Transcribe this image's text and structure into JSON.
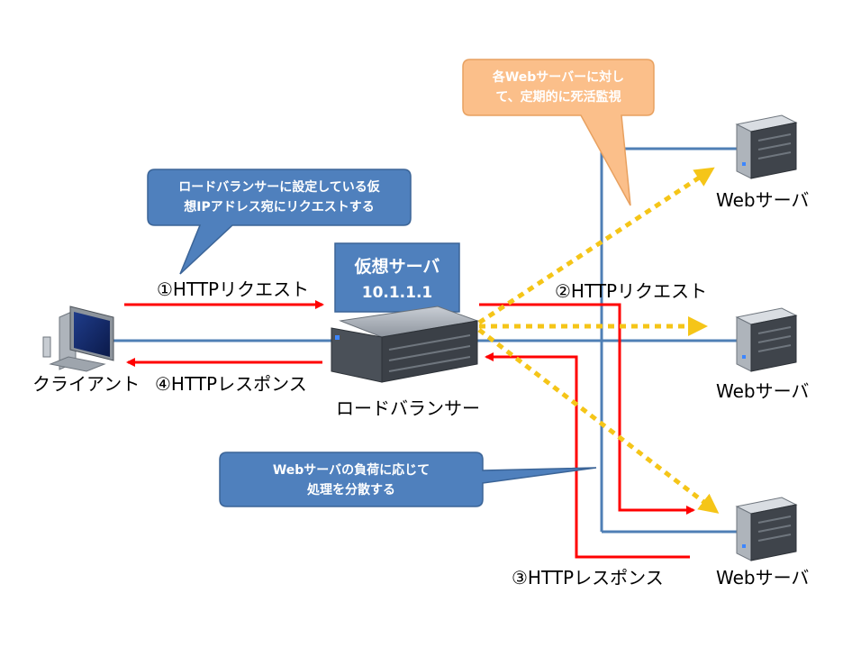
{
  "labels": {
    "client": "クライアント",
    "load_balancer": "ロードバランサー",
    "web_server": "Webサーバ",
    "virtual_server_title": "仮想サーバ",
    "virtual_server_ip": "10.1.1.1",
    "step1": "①HTTPリクエスト",
    "step2": "②HTTPリクエスト",
    "step3": "③HTTPレスポンス",
    "step4": "④HTTPレスポンス"
  },
  "callouts": {
    "request_note_line1": "ロードバランサーに設定している仮",
    "request_note_line2": "想IPアドレス宛にリクエストする",
    "monitor_note_line1": "各Webサーバーに対し",
    "monitor_note_line2": "て、定期的に死活監視",
    "distribute_note_line1": "Webサーバの負荷に応じて",
    "distribute_note_line2": "処理を分散する"
  },
  "colors": {
    "network_line": "#4f7fb5",
    "request_arrow": "#ff0000",
    "monitor_arrow": "#f5c518",
    "callout_blue": "#4f80bd",
    "callout_orange": "#fbbf8a",
    "virtual_box": "#4f80bd"
  },
  "icons": {
    "client": "monitor-icon",
    "load_balancer": "rack-server-icon",
    "web_server": "tower-server-icon"
  }
}
